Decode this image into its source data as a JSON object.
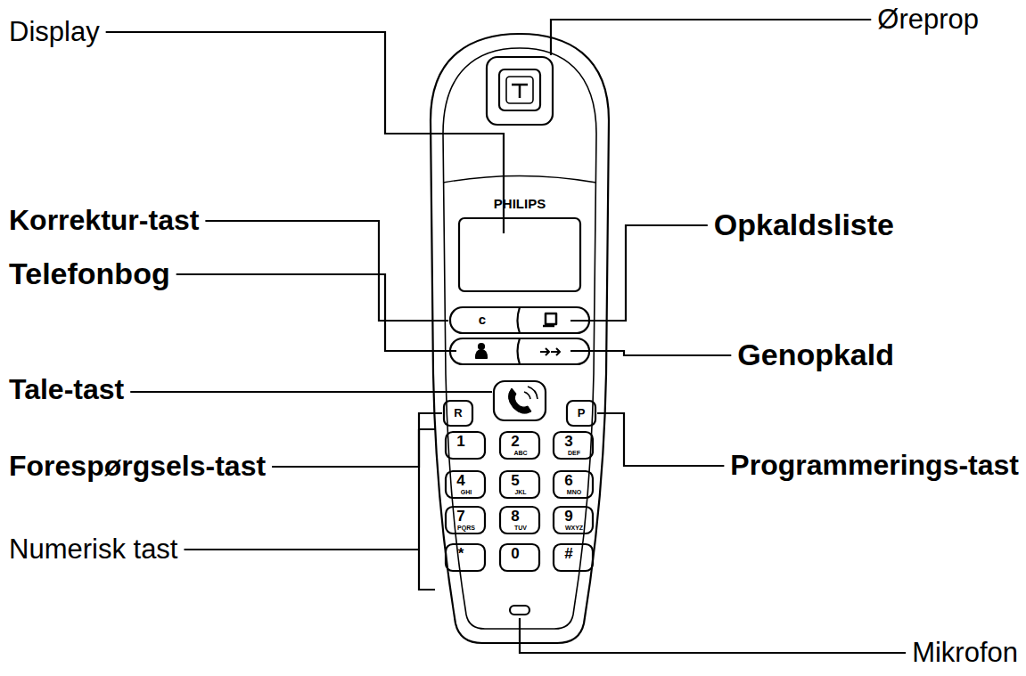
{
  "diagram": {
    "labels": [
      "Display",
      "Øreprop",
      "Korrektur-tast",
      "Opkaldsliste",
      "Telefonbog",
      "Genopkald",
      "Tale-tast",
      "Forespørgsels-tast",
      "Programmerings-tast",
      "Numerisk tast",
      "Mikrofon",
      "PHILIPS",
      "c",
      "R",
      "P",
      "1",
      "2",
      "ABC",
      "3",
      "DEF",
      "4",
      "GHI",
      "5",
      "JKL",
      "6",
      "MNO",
      "7",
      "PQRS",
      "8",
      "TUV",
      "9",
      "WXYZ",
      "*",
      "0",
      "#"
    ]
  }
}
